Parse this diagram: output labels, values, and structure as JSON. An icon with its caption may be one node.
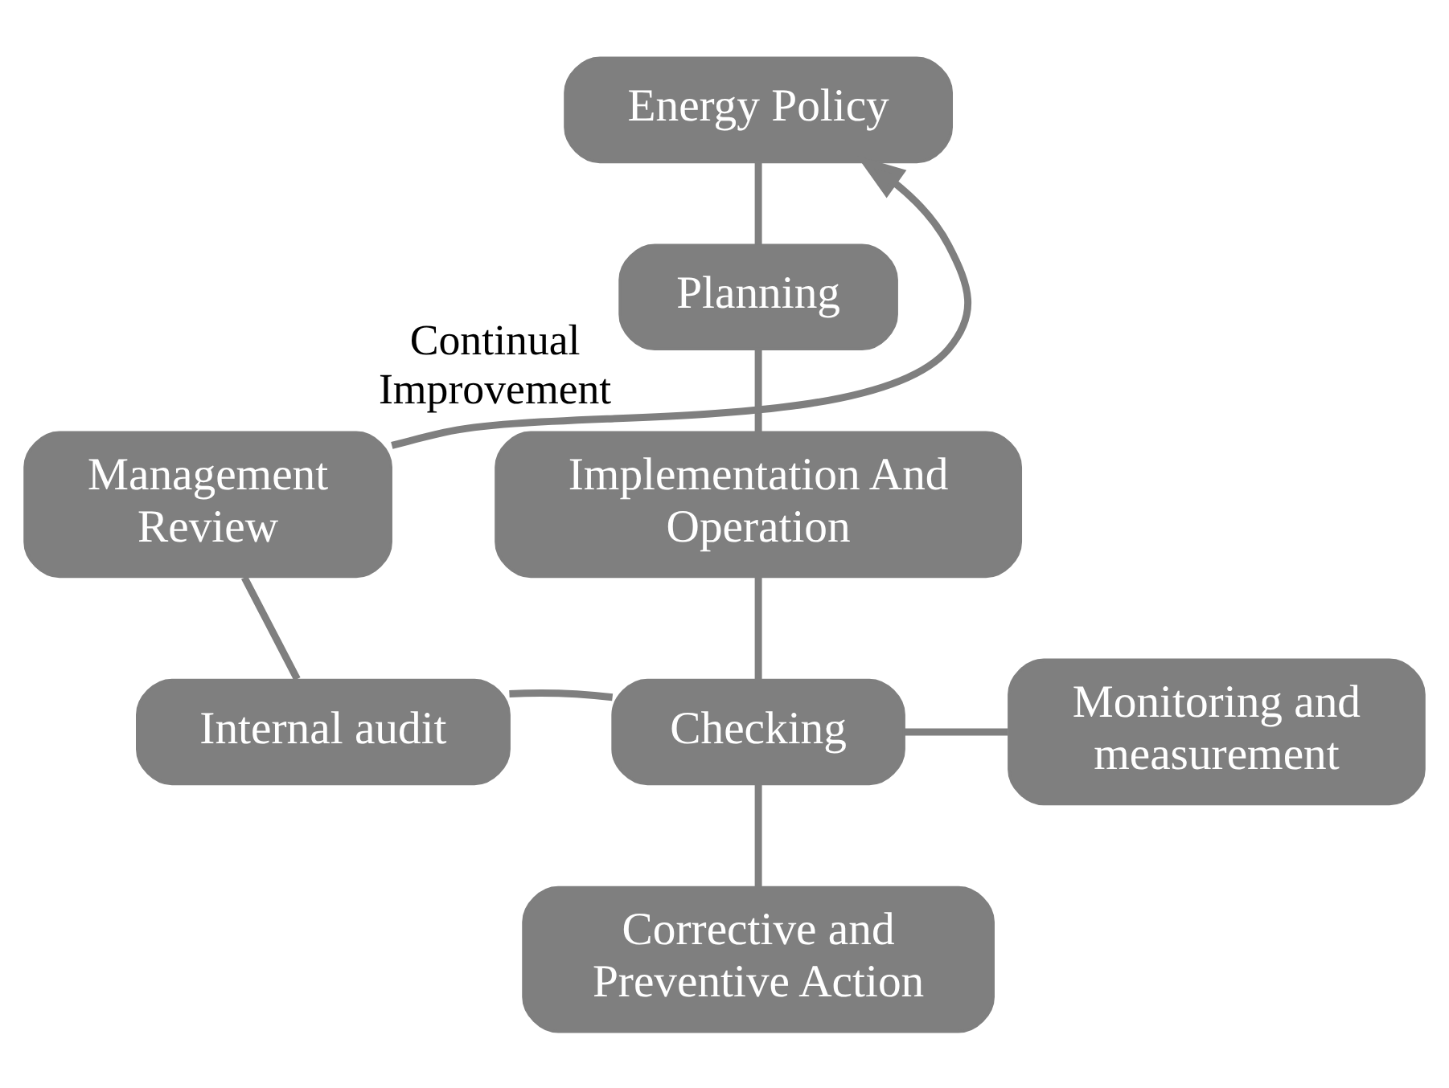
{
  "diagram": {
    "nodes": [
      {
        "text": [
          "Energy Policy"
        ]
      },
      {
        "text": [
          "Planning"
        ]
      },
      {
        "text": [
          "Implementation And Operation"
        ]
      },
      {
        "text": [
          "Management Review"
        ]
      },
      {
        "text": [
          "Internal audit"
        ]
      },
      {
        "text": [
          "Checking"
        ]
      },
      {
        "text": [
          "Monitoring and measurement"
        ]
      },
      {
        "text": [
          "Corrective and Preventive Action"
        ]
      }
    ],
    "edges": [
      {
        "from": 0,
        "to": 1,
        "arrow": "none"
      },
      {
        "from": 1,
        "to": 2,
        "arrow": "none"
      },
      {
        "from": 2,
        "to": 5,
        "arrow": "none"
      },
      {
        "from": 4,
        "to": 5,
        "arrow": "none"
      },
      {
        "from": 5,
        "to": 6,
        "arrow": "none"
      },
      {
        "from": 5,
        "to": 7,
        "arrow": "none"
      },
      {
        "from": 4,
        "to": 3,
        "arrow": "none"
      },
      {
        "from": 3,
        "to": 0,
        "arrow": "to",
        "label": "Continual Improvement"
      }
    ]
  }
}
